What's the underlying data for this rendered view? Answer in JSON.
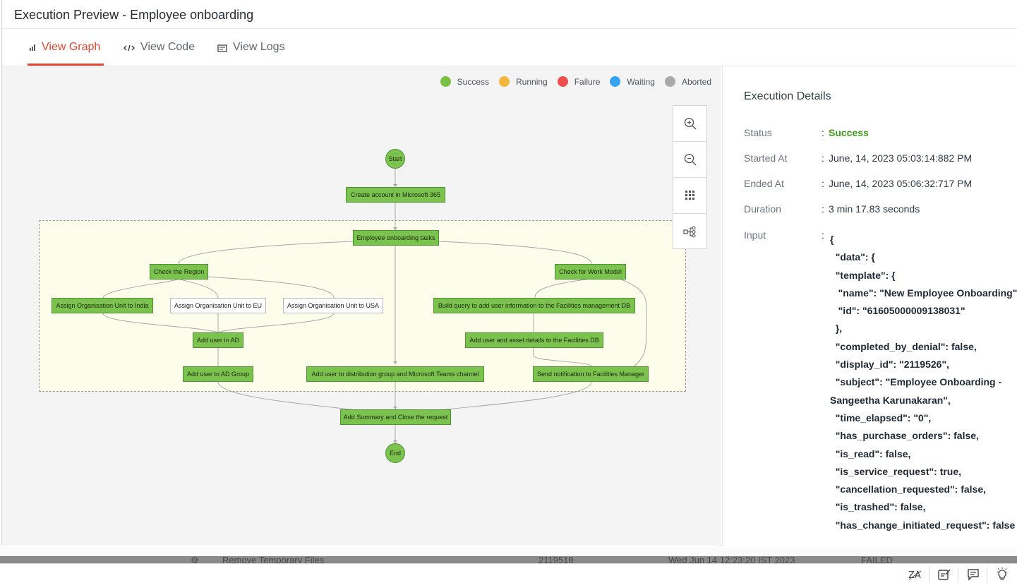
{
  "modal": {
    "title": "Execution Preview - Employee onboarding",
    "tabs": [
      {
        "label": "View Graph",
        "icon": "bar-chart-icon"
      },
      {
        "label": "View Code",
        "icon": "code-icon"
      },
      {
        "label": "View Logs",
        "icon": "logs-icon"
      }
    ]
  },
  "legend": [
    {
      "label": "Success",
      "color": "#7ac143"
    },
    {
      "label": "Running",
      "color": "#f5b73b"
    },
    {
      "label": "Failure",
      "color": "#ef4e4e"
    },
    {
      "label": "Waiting",
      "color": "#35a3f0"
    },
    {
      "label": "Aborted",
      "color": "#a9a9a9"
    }
  ],
  "zoom_controls": [
    "zoom-in-icon",
    "zoom-out-icon",
    "grid-icon",
    "workflow-icon"
  ],
  "graph": {
    "start": "Start",
    "end": "End",
    "create_account": "Create account in Microsoft 365",
    "onboarding_tasks": "Employee onboarding tasks",
    "check_region": "Check the Region",
    "check_work_model": "Check for Work Model",
    "assign_india": "Assign Organisation Unit to India",
    "assign_eu": "Assign Organisation Unit to EU",
    "assign_usa": "Assign Organisation Unit to USA",
    "build_query": "Build query to add user information to the Facilities management DB",
    "add_user_ad": "Add user in AD",
    "add_asset": "Add user and asset details to the Facilities DB",
    "add_ad_group": "Add user to AD Group",
    "add_distribution": "Add user to distribution group and Microsoft Teams channel",
    "send_notification": "Send notification to Facilities Manager",
    "add_summary": "Add Summary and Close the request"
  },
  "details": {
    "title": "Execution Details",
    "status_label": "Status",
    "status_value": "Success",
    "started_label": "Started At",
    "started_value": "June, 14, 2023 05:03:14:882 PM",
    "ended_label": "Ended At",
    "ended_value": "June, 14, 2023 05:06:32:717 PM",
    "duration_label": "Duration",
    "duration_value": "3 min 17.83 seconds",
    "input_label": "Input",
    "input_lines": [
      "{",
      "  \"data\": {",
      "  \"template\": {",
      "   \"name\": \"New Employee Onboarding\",",
      "   \"id\": \"61605000009138031\"",
      "  },",
      "  \"completed_by_denial\": false,",
      "  \"display_id\": \"2119526\",",
      "  \"subject\": \"Employee Onboarding -",
      "Sangeetha Karunakaran\",",
      "  \"time_elapsed\": \"0\",",
      "  \"has_purchase_orders\": false,",
      "  \"is_read\": false,",
      "  \"is_service_request\": true,",
      "  \"cancellation_requested\": false,",
      "  \"is_trashed\": false,",
      "  \"has_change_initiated_request\": false"
    ]
  },
  "background_row": {
    "name": "Remove Temporary Files",
    "id": "2119518",
    "date": "Wed Jun 14 12:23:20 IST 2023",
    "status": "FAILED"
  },
  "bottom_toolbar": [
    "translate-icon",
    "edit-note-icon",
    "chat-icon",
    "bulb-icon"
  ]
}
